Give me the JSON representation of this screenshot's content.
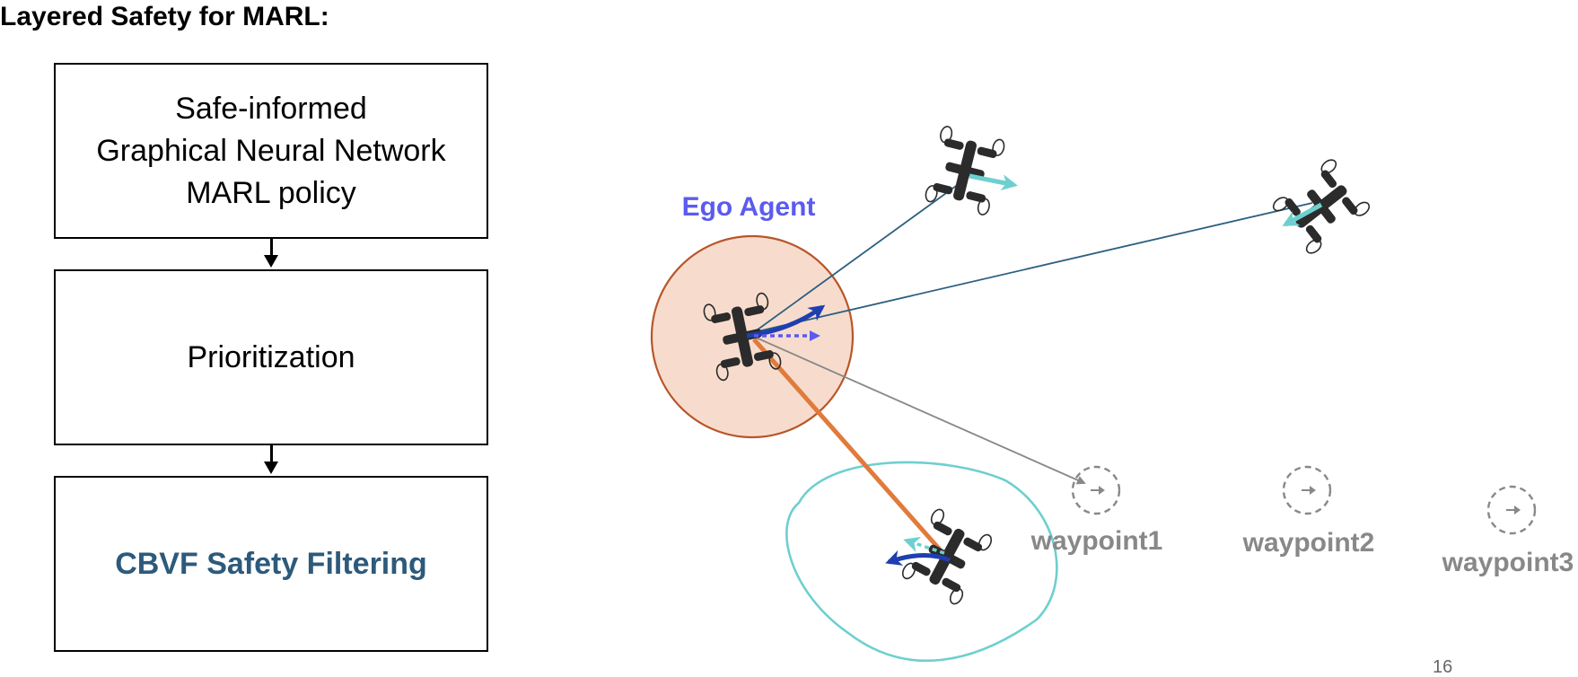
{
  "title": "Layered Safety for MARL:",
  "pipeline": {
    "box1_lines": [
      "Safe-informed",
      "Graphical Neural Network",
      "MARL policy"
    ],
    "box2": "Prioritization",
    "box3": "CBVF Safety Filtering"
  },
  "scene": {
    "ego_label": "Ego Agent",
    "waypoints": [
      "waypoint1",
      "waypoint2",
      "waypoint3"
    ],
    "icons": [
      "drone-icon",
      "waypoint-icon"
    ]
  },
  "colors": {
    "ego_label": "#5b5bf0",
    "cbvf_text": "#2d5a7b",
    "ego_circle_fill": "#f7dccd",
    "ego_circle_stroke": "#b8562a",
    "priority_line": "#e07b3c",
    "link_line": "#2c5f80",
    "waypoint_line": "#888888",
    "safe_set": "#6ecfcf",
    "velocity_dark": "#1f3fb0",
    "velocity_light": "#6ecfcf",
    "waypoint_gray": "#888888"
  },
  "slide_number": "16"
}
